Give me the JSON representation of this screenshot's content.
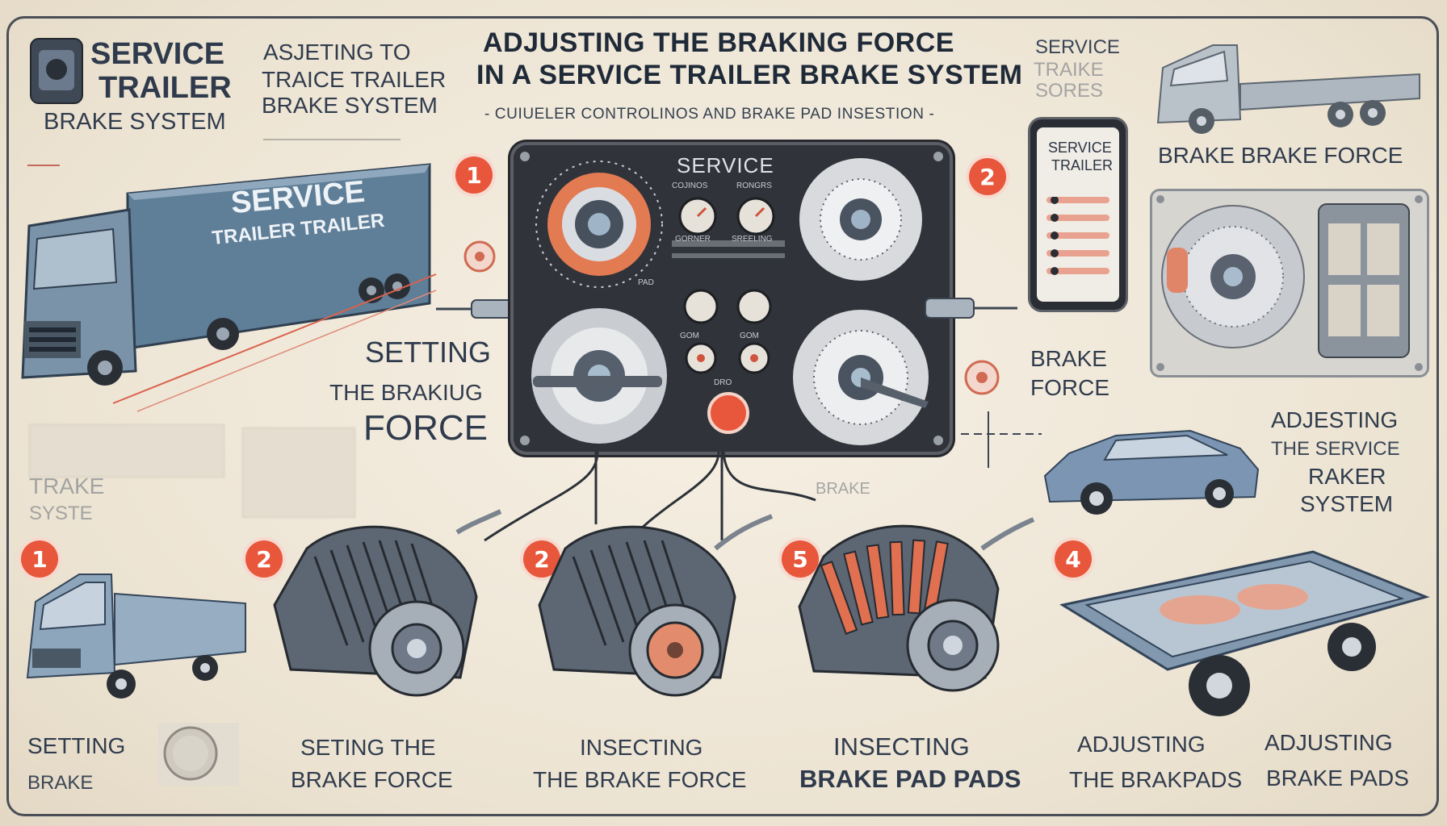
{
  "header": {
    "title_line1": "Adjusting the Braking Force",
    "title_line2": "in a Service Trailer Brake System",
    "subtitle": "- Cuiueler Controlinos and Brake Pad Insestion -"
  },
  "top_left": {
    "logo_line1": "Service",
    "logo_line2": "Trailer",
    "logo_line3": "Brake System",
    "side_line1": "Asjeting to",
    "side_line2": "Traice Trailer",
    "side_line3": "Brake System",
    "truck_text1": "Service",
    "truck_text2": "Trailer Trailer"
  },
  "top_right": {
    "label_line1": "Service",
    "label_line2": "Traike",
    "label_line3": "Sores",
    "caption": "Brake Brake Force",
    "phone_line1": "Service",
    "phone_line2": "Trailer"
  },
  "panel": {
    "label": "Service",
    "small_labels": [
      "Cojinos",
      "Rongrs",
      "Gorner",
      "Sreeling",
      "Pad",
      "Gom",
      "Gom",
      "Dro"
    ]
  },
  "badges": {
    "top_left": "1",
    "top_right": "2",
    "bottom": [
      "1",
      "2",
      "2",
      "5",
      "4"
    ]
  },
  "left_mid": {
    "line1": "Setting",
    "line2": "The Brakiug",
    "line3": "Force",
    "faint_line1": "Trake",
    "faint_line2": "Syste"
  },
  "right_mid": {
    "line1": "Brake",
    "line2": "Force",
    "adj_line1": "Adjesting",
    "adj_line2": "The Service",
    "adj_line3": "Raker",
    "adj_line4": "System"
  },
  "center_faint": "Brake",
  "bottom_captions": [
    {
      "line1": "Setting",
      "line2": "Brake"
    },
    {
      "line1": "Seting the",
      "line2": "Brake Force"
    },
    {
      "line1": "Insecting",
      "line2": "the Brake Force"
    },
    {
      "line1": "Insecting",
      "line2": "Brake Pad Pads"
    },
    {
      "line1": "Adjusting",
      "line2": "the Brakpads"
    },
    {
      "line1": "Adjusting",
      "line2": "Brake Pads"
    }
  ],
  "colors": {
    "background": "#efe7d8",
    "accent": "#e8573b",
    "steel": "#7f93a8",
    "ink": "#2d3848",
    "panel": "#303339"
  }
}
